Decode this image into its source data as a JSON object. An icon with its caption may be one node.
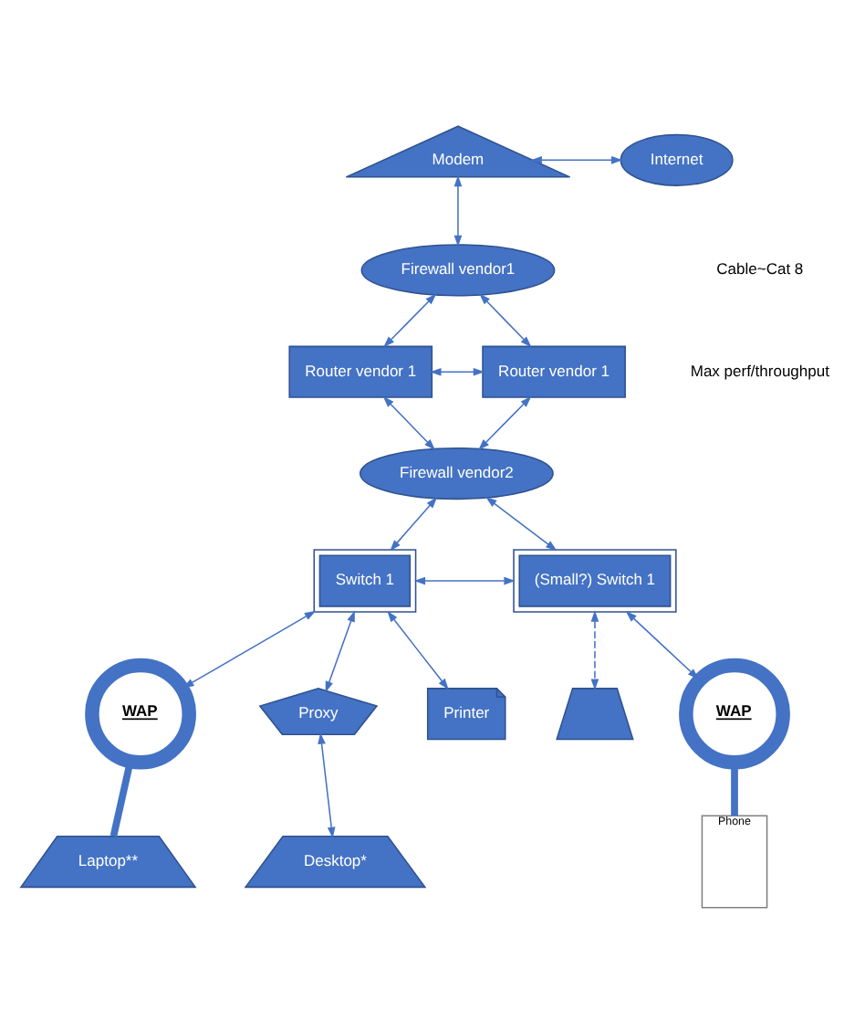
{
  "diagram": {
    "nodes": [
      {
        "text": [
          "Modem"
        ]
      },
      {
        "text": [
          "Internet"
        ]
      },
      {
        "text": [
          "Firewall vendor1"
        ]
      },
      {
        "text": [
          "Router vendor 1"
        ]
      },
      {
        "text": [
          "Router vendor 1"
        ]
      },
      {
        "text": [
          "Firewall vendor2"
        ]
      },
      {
        "text": [
          "Switch 1"
        ]
      },
      {
        "text": [
          "(Small?) Switch 1"
        ]
      },
      {
        "text": [
          "WAP"
        ]
      },
      {
        "text": [
          "Proxy"
        ]
      },
      {
        "text": [
          "Printer"
        ]
      },
      {
        "text": [],
        "shape": "trapezoid"
      },
      {
        "text": [
          "WAP"
        ]
      },
      {
        "text": [
          "Laptop**"
        ]
      },
      {
        "text": [
          "Desktop*"
        ]
      },
      {
        "text": [
          "Phone"
        ]
      }
    ],
    "edges": [
      {
        "from": 0,
        "to": 1,
        "arrow": "both"
      },
      {
        "from": 0,
        "to": 2,
        "arrow": "both"
      },
      {
        "from": 2,
        "to": 3,
        "arrow": "both"
      },
      {
        "from": 2,
        "to": 4,
        "arrow": "both"
      },
      {
        "from": 3,
        "to": 4,
        "arrow": "both"
      },
      {
        "from": 3,
        "to": 5,
        "arrow": "both"
      },
      {
        "from": 4,
        "to": 5,
        "arrow": "both"
      },
      {
        "from": 5,
        "to": 6,
        "arrow": "both"
      },
      {
        "from": 5,
        "to": 7,
        "arrow": "both"
      },
      {
        "from": 6,
        "to": 7,
        "arrow": "both"
      },
      {
        "from": 6,
        "to": 8,
        "arrow": "both"
      },
      {
        "from": 6,
        "to": 9,
        "arrow": "both"
      },
      {
        "from": 6,
        "to": 10,
        "arrow": "both"
      },
      {
        "from": 7,
        "to": 11,
        "arrow": "both",
        "style": "dashed"
      },
      {
        "from": 7,
        "to": 12,
        "arrow": "both"
      },
      {
        "from": 9,
        "to": 14,
        "arrow": "both"
      },
      {
        "from": 8,
        "to": 13,
        "arrow": "none",
        "style": "thick"
      },
      {
        "from": 12,
        "to": 15,
        "arrow": "none",
        "style": "thick"
      }
    ],
    "labels": [
      "Cable~Cat 8",
      "Max perf/throughput"
    ]
  }
}
